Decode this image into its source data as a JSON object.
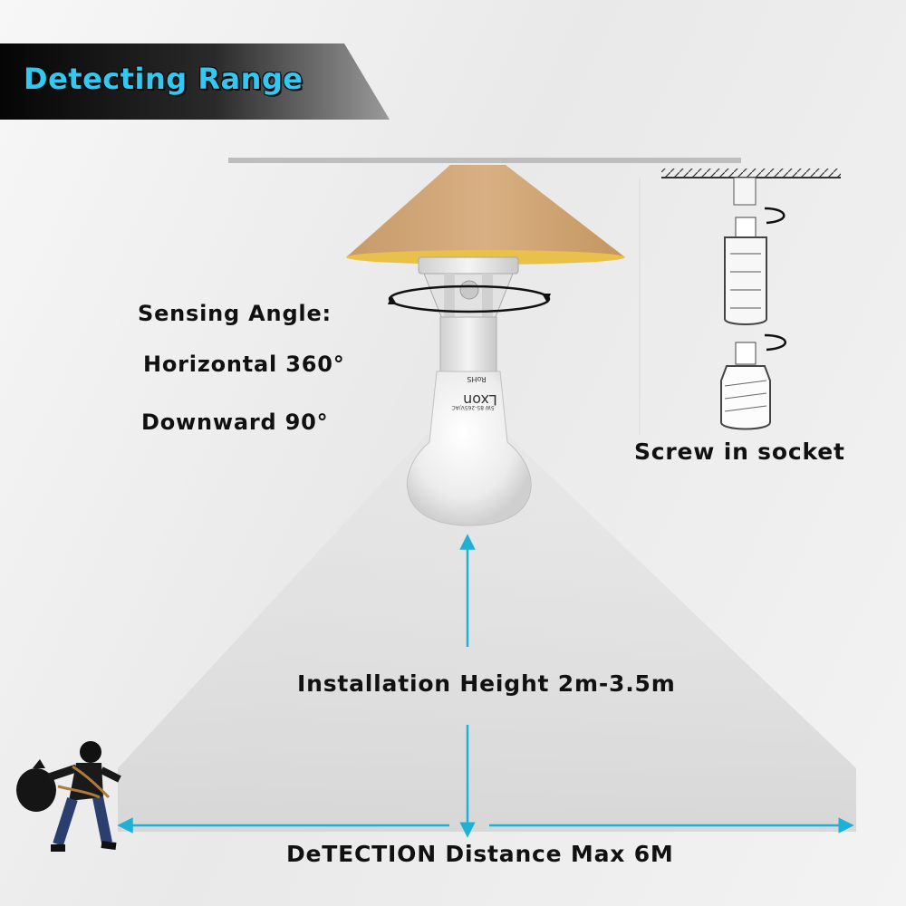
{
  "header": {
    "title": "Detecting Range"
  },
  "sensing": {
    "title": "Sensing Angle:",
    "horizontal": "Horizontal 360°",
    "downward": "Downward 90°"
  },
  "bulb": {
    "brand": "Lxon",
    "cert": "RoHS",
    "spec": "5W 85-265V/AC"
  },
  "install": {
    "caption": "Screw in socket"
  },
  "height": {
    "label": "Installation Height 2m-3.5m"
  },
  "distance": {
    "label": "DeTECTION Distance Max 6M"
  },
  "colors": {
    "accent_cyan": "#33c8f2",
    "banner_dark": "#0a0a0a",
    "lampshade": "#cfa476",
    "arrow": "#1fb0d6",
    "detection_cone": "#dcdcdc"
  }
}
